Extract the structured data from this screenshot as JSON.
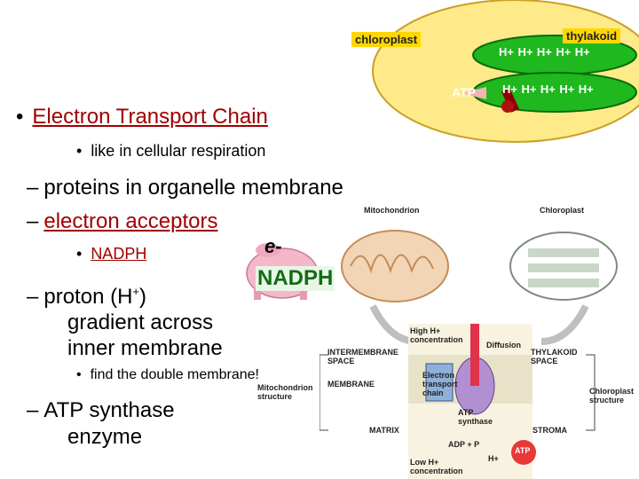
{
  "slide": {
    "title": "Light reactions",
    "bullets": {
      "etc": "Electron Transport Chain",
      "cell_resp": "like in cellular respiration",
      "proteins": "proteins in organelle membrane",
      "acceptors": "electron acceptors",
      "nadph": "NADPH",
      "proton_a": "proton (H",
      "proton_sup": "+",
      "proton_b": ")",
      "gradient1": "gradient across",
      "gradient2": "inner membrane",
      "double": "find the double membrane!",
      "atp1": "ATP synthase",
      "atp2": "enzyme"
    }
  },
  "inset": {
    "chloroplast_label": "chloroplast",
    "thylakoid_label": "thylakoid",
    "atp_label": "ATP",
    "hplus": "H+"
  },
  "pig": {
    "e_label": "e-",
    "nadph_label": "NADPH"
  },
  "diagram": {
    "mitochondrion": "Mitochondrion",
    "chloroplast": "Chloroplast",
    "high_h": "High H+",
    "concentration": "concentration",
    "diffusion": "Diffusion",
    "intermembrane": "INTERMEMBRANE",
    "space": "SPACE",
    "thylakoid_space1": "THYLAKOID",
    "thylakoid_space2": "SPACE",
    "membrane": "MEMBRANE",
    "etc1": "Electron",
    "etc2": "transport",
    "etc3": "chain",
    "mito_struct1": "Mitochondrion",
    "mito_struct2": "structure",
    "chloro_struct1": "Chloroplast",
    "chloro_struct2": "structure",
    "atp_syn1": "ATP",
    "atp_syn2": "synthase",
    "matrix": "MATRIX",
    "stroma": "STROMA",
    "adp": "ADP + P",
    "atp": "ATP",
    "hplus": "H+",
    "low_h": "Low H+",
    "low_conc": "concentration"
  },
  "colors": {
    "link": "#a00000",
    "inset_yellow": "#ffe680",
    "inset_green": "#1fbf1f",
    "label_bg": "#ffd700"
  }
}
